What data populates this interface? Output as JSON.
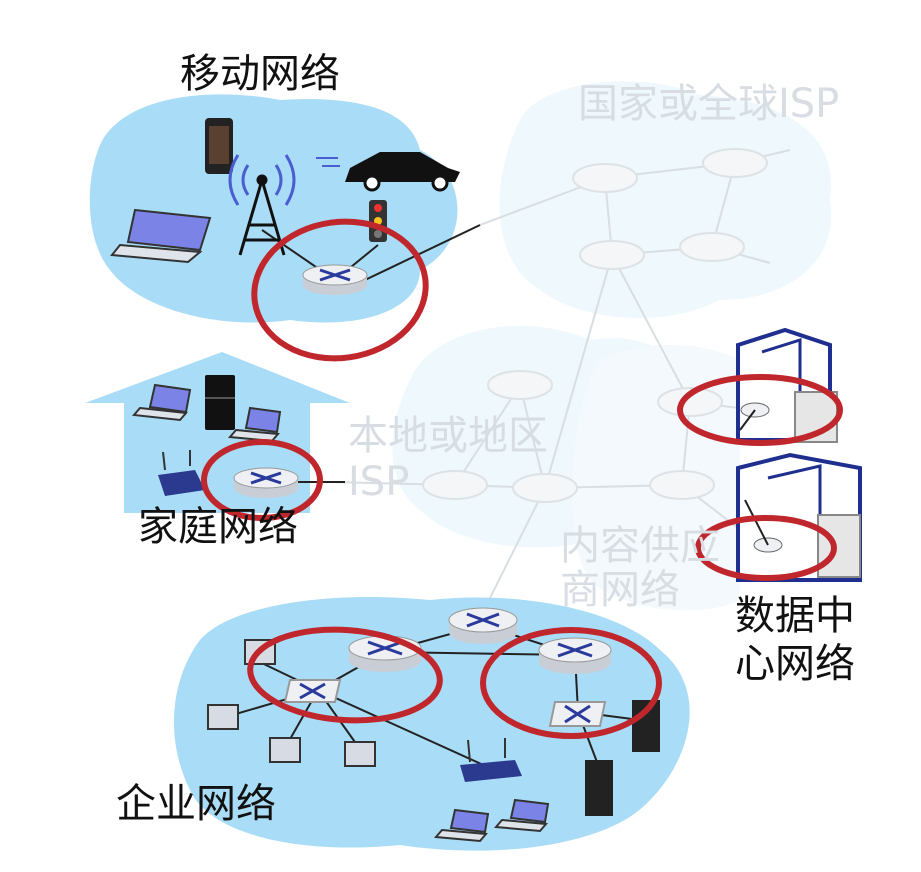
{
  "labels": {
    "mobile": "移动网络",
    "national_isp": "国家或全球ISP",
    "local_isp_line1": "本地或地区",
    "local_isp_line2": "ISP",
    "home": "家庭网络",
    "content_line1": "内容供应",
    "content_line2": "商网络",
    "datacenter_line1": "数据中",
    "datacenter_line2": "心网络",
    "enterprise": "企业网络"
  },
  "colors": {
    "network_fill": "#a9dcf6",
    "isp_fill": "#eef8fd",
    "highlight_ring": "#c0272d",
    "router_symbol": "#2a3a9c",
    "faded_text": "#d7dde2"
  }
}
